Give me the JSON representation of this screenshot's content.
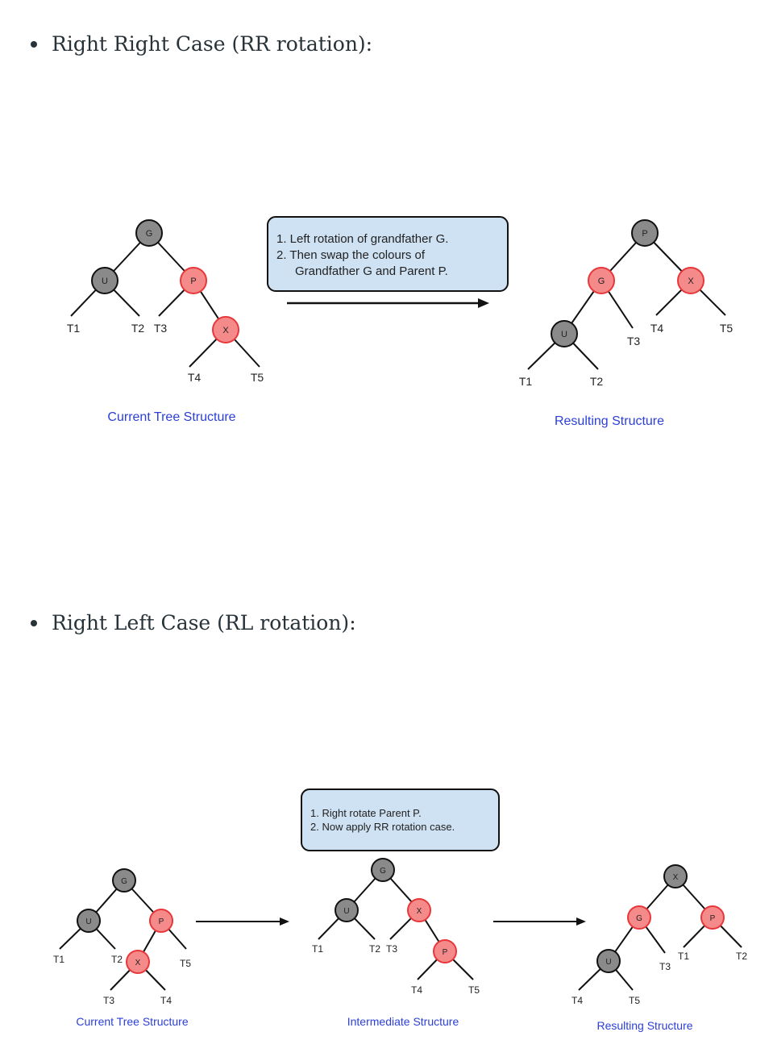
{
  "sections": [
    {
      "heading": "Right Right Case (RR rotation):",
      "note_lines": [
        "1.  Left rotation of grandfather G.",
        "2.  Then   swap   the   colours   of",
        "Grandfather G and Parent P."
      ],
      "current": {
        "nodes": {
          "G": "G",
          "U": "U",
          "P": "P",
          "X": "X"
        },
        "subtrees": {
          "T1": "T1",
          "T2": "T2",
          "T3": "T3",
          "T4": "T4",
          "T5": "T5"
        },
        "caption": "Current Tree Structure"
      },
      "result": {
        "nodes": {
          "P": "P",
          "G": "G",
          "X": "X",
          "U": "U"
        },
        "subtrees": {
          "T1": "T1",
          "T2": "T2",
          "T3": "T3",
          "T4": "T4",
          "T5": "T5"
        },
        "caption": "Resulting Structure"
      }
    },
    {
      "heading": "Right Left Case (RL rotation):",
      "note_lines": [
        "1.  Right  rotate Parent P.",
        "2.  Now apply RR rotation case."
      ],
      "current": {
        "nodes": {
          "G": "G",
          "U": "U",
          "P": "P",
          "X": "X"
        },
        "subtrees": {
          "T1": "T1",
          "T2": "T2",
          "T3": "T3",
          "T4": "T4",
          "T5": "T5"
        },
        "caption": "Current Tree Structure"
      },
      "intermediate": {
        "nodes": {
          "G": "G",
          "U": "U",
          "X": "X",
          "P": "P"
        },
        "subtrees": {
          "T1": "T1",
          "T2": "T2",
          "T3": "T3",
          "T4": "T4",
          "T5": "T5"
        },
        "caption": "Intermediate Structure"
      },
      "result": {
        "nodes": {
          "X": "X",
          "G": "G",
          "P": "P",
          "U": "U"
        },
        "subtrees": {
          "T1": "T1",
          "T2": "T2",
          "T3": "T3",
          "T4": "T4",
          "T5": "T5"
        },
        "caption": "Resulting Structure"
      }
    }
  ],
  "colors": {
    "black_node": "#8a8a8a",
    "red_node": "#f48a8a",
    "red_border": "#e8373b",
    "caption": "#2b3fd6",
    "note_bg": "#cfe2f3",
    "text": "#273239"
  }
}
